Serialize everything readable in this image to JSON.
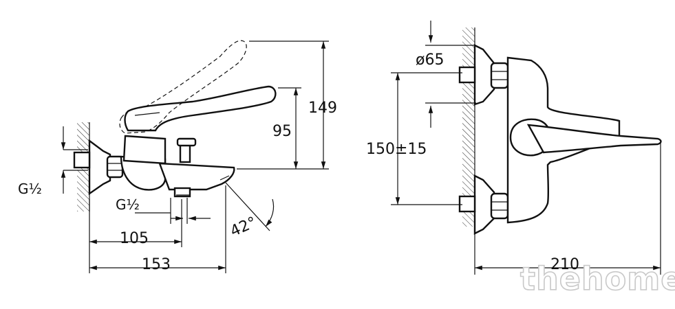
{
  "dimensions": {
    "thread_left": "G½",
    "thread_spout": "G½",
    "height_149": "149",
    "height_95": "95",
    "depth_105": "105",
    "depth_153": "153",
    "angle_42": "42°",
    "diameter_65": "ø65",
    "centers_150": "150±15",
    "width_210": "210"
  },
  "watermark": "thehome"
}
